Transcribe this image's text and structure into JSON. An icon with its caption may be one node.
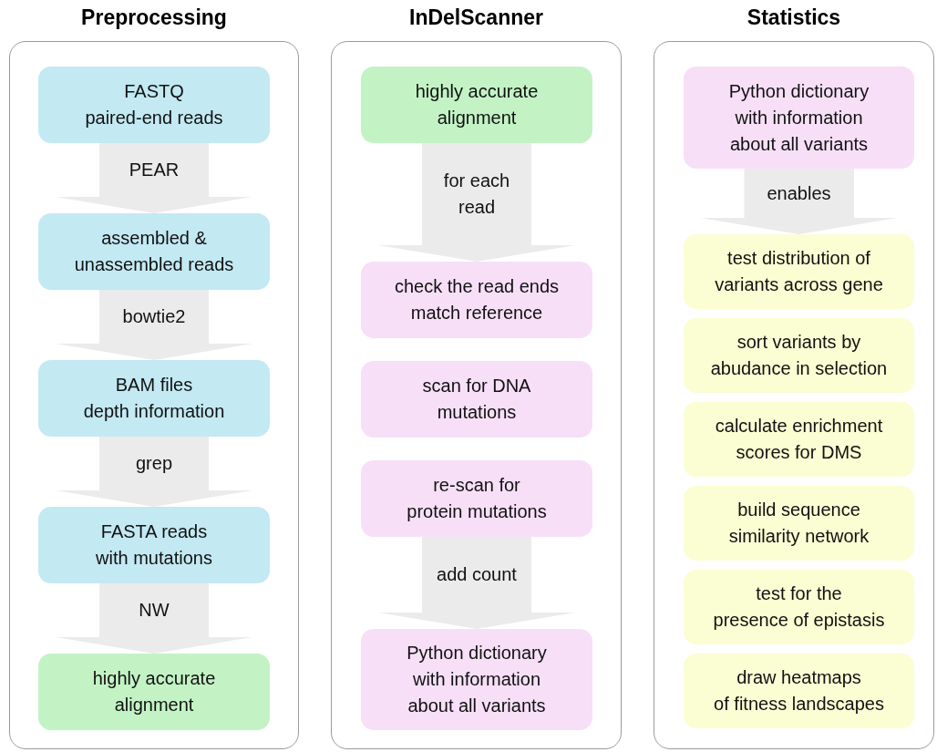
{
  "diagram": {
    "nodes": [
      {
        "text": [
          "Preprocessing"
        ]
      },
      {
        "text": [
          "FASTQ paired-end reads"
        ],
        "in": 0
      },
      {
        "text": [
          "assembled & unassembled reads"
        ],
        "in": 0
      },
      {
        "text": [
          "BAM files depth information"
        ],
        "in": 0
      },
      {
        "text": [
          "FASTA reads with mutations"
        ],
        "in": 0
      },
      {
        "text": [
          "highly accurate alignment"
        ],
        "in": 0
      },
      {
        "text": [
          "InDelScanner"
        ]
      },
      {
        "text": [
          "highly accurate alignment"
        ],
        "in": 6
      },
      {
        "text": [
          "check the read ends match reference"
        ],
        "in": 6
      },
      {
        "text": [
          "scan for DNA mutations"
        ],
        "in": 6
      },
      {
        "text": [
          "re-scan for protein mutations"
        ],
        "in": 6
      },
      {
        "text": [
          "Python dictionary with information about all variants"
        ],
        "in": 6
      },
      {
        "text": [
          "Statistics"
        ]
      },
      {
        "text": [
          "Python dictionary with information about all variants"
        ],
        "in": 12
      },
      {
        "text": [
          "test distribution of variants across gene"
        ],
        "in": 12
      },
      {
        "text": [
          "sort variants by abudance in selection"
        ],
        "in": 12
      },
      {
        "text": [
          "calculate enrichment scores for DMS"
        ],
        "in": 12
      },
      {
        "text": [
          "build sequence similarity network"
        ],
        "in": 12
      },
      {
        "text": [
          "test for the presence of epistasis"
        ],
        "in": 12
      },
      {
        "text": [
          "draw heatmaps of fitness landscapes"
        ],
        "in": 12
      }
    ],
    "edges": [
      {
        "from": 1,
        "to": 2,
        "arrow": "to",
        "label": "PEAR"
      },
      {
        "from": 2,
        "to": 3,
        "arrow": "to",
        "label": "bowtie2"
      },
      {
        "from": 3,
        "to": 4,
        "arrow": "to",
        "label": "grep"
      },
      {
        "from": 4,
        "to": 5,
        "arrow": "to",
        "label": "NW"
      },
      {
        "from": 7,
        "to": 8,
        "arrow": "to",
        "label": "for each read"
      },
      {
        "from": 10,
        "to": 11,
        "arrow": "to",
        "label": "add count"
      },
      {
        "from": 13,
        "to": 14,
        "arrow": "to",
        "label": "enables"
      }
    ]
  }
}
